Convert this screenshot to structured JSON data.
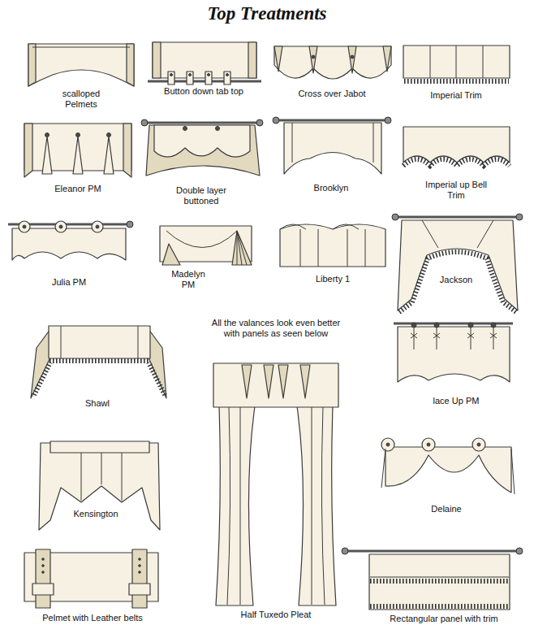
{
  "diagram": {
    "title": "Top Treatments",
    "labels": [
      "scalloped Pelmets",
      "Button down tab top",
      "Cross over Jabot",
      "Imperial Trim",
      "Eleanor PM",
      "Double layer buttoned",
      "Brooklyn",
      "Imperial up Bell Trim",
      "Julia PM",
      "Madelyn PM",
      "Liberty 1",
      "Jackson",
      "Shawl",
      "All the valances look even better with panels as seen below",
      "lace Up PM",
      "Kensington",
      "Delaine",
      "Pelmet with Leather belts",
      "Half Tuxedo Pleat",
      "Rectangular panel with trim"
    ]
  }
}
